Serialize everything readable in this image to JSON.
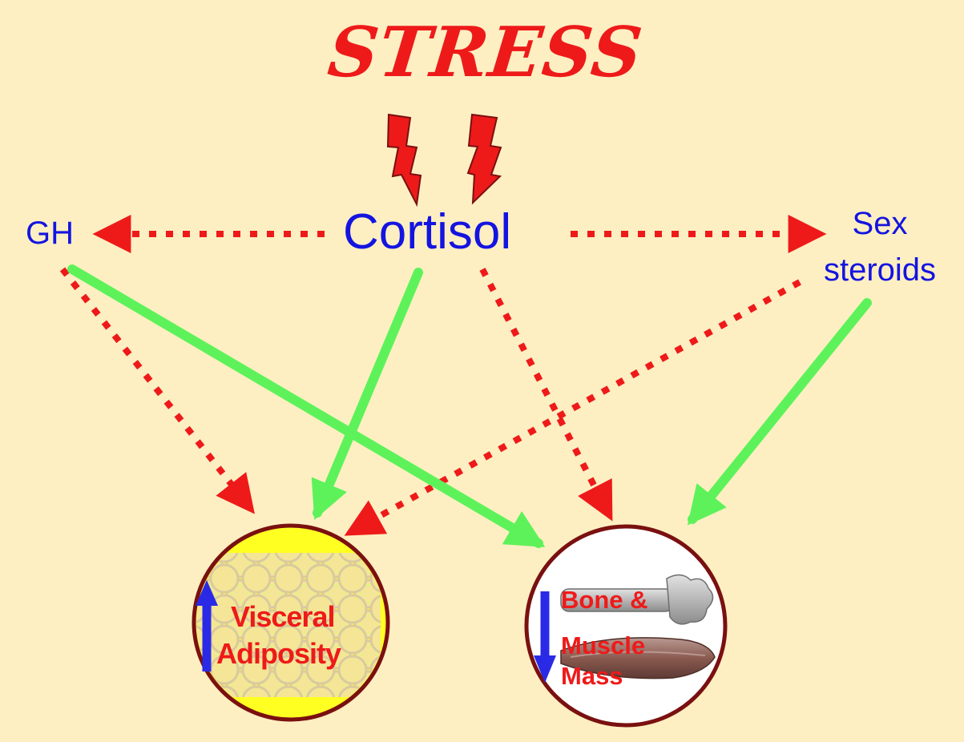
{
  "title": "STRESS",
  "nodes": {
    "cortisol": "Cortisol",
    "gh": "GH",
    "sex_steroids_line1": "Sex",
    "sex_steroids_line2": "steroids",
    "adiposity_line1": "Visceral",
    "adiposity_line2": "Adiposity",
    "bone_line1": "Bone &",
    "bone_line2": "Muscle",
    "bone_line3": "Mass"
  },
  "colors": {
    "background": "#fdefc2",
    "node_text": "#1414e0",
    "stress_red": "#ee1a1a",
    "inhibit_dotted_arrow": "#ee1a1a",
    "stimulate_solid_arrow": "#5ef25a",
    "circle_border": "#7a1010",
    "adipose_fill": "#ffff22",
    "increase_arrow": "#2a2ae6",
    "decrease_arrow": "#2a2ae6"
  },
  "icons": {
    "stress_bolts": "lightning-bolt-icon",
    "fat_cells": "fat-cells-icon",
    "bone": "bone-icon",
    "muscle": "muscle-icon"
  }
}
